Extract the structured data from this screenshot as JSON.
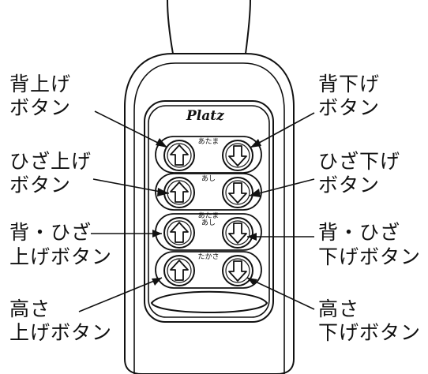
{
  "brand": "Platz",
  "button_rows": [
    {
      "caption": "あたま"
    },
    {
      "caption": "あし"
    },
    {
      "caption": "あたま\nあし"
    },
    {
      "caption": "たかさ"
    }
  ],
  "labels": {
    "back_up": [
      "背上げ",
      "ボタン"
    ],
    "back_down": [
      "背下げ",
      "ボタン"
    ],
    "knee_up": [
      "ひざ上げ",
      "ボタン"
    ],
    "knee_down": [
      "ひざ下げ",
      "ボタン"
    ],
    "back_knee_up": [
      "背・ひざ",
      "上げボタン"
    ],
    "back_knee_down": [
      "背・ひざ",
      "下げボタン"
    ],
    "height_up": [
      "高さ",
      "上げボタン"
    ],
    "height_down": [
      "高さ",
      "下げボタン"
    ]
  },
  "colors": {
    "stroke": "#111111",
    "background": "#ffffff"
  }
}
